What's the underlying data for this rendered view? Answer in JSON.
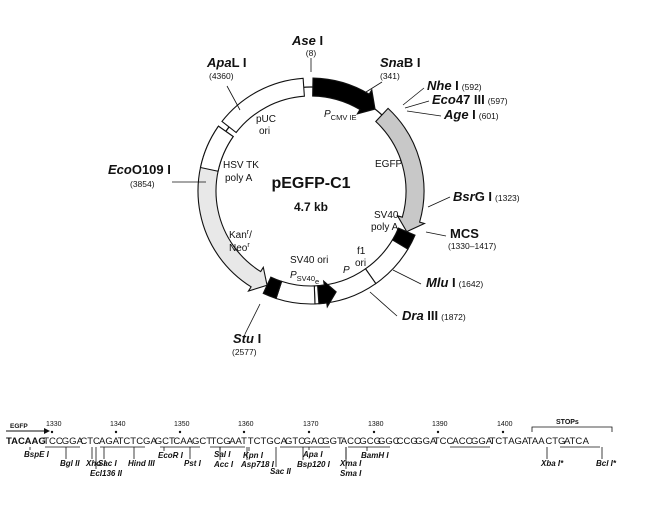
{
  "plasmid": {
    "name": "pEGFP-C1",
    "size": "4.7 kb"
  },
  "features": {
    "pcmv_p": "P",
    "pcmv_sub": "CMV  IE",
    "egfp": "EGFP",
    "sv40_polya_1": "SV40",
    "sv40_polya_2": "poly A",
    "f1_1": "f1",
    "f1_2": "ori",
    "f1_p": "P",
    "sv40_ori": "SV40 ori",
    "psv40_p": "P",
    "psv40_sub": "SV40",
    "psv40_e": "e",
    "kan_1": "Kan",
    "kan_1_sup": "r",
    "kan_2": "Neo",
    "kan_2_sup": "r",
    "hsv_1": "HSV TK",
    "hsv_2": "poly A",
    "puc_1": "pUC",
    "puc_2": "ori"
  },
  "sites": {
    "ase": {
      "name": "Ase",
      "suffix": " I",
      "pos": "(8)"
    },
    "snab": {
      "name": "Sna",
      "suffix": "B I",
      "pos": "(341)"
    },
    "nhe": {
      "name": "Nhe",
      "suffix": " I",
      "pos": "(592)"
    },
    "eco47": {
      "name": "Eco",
      "suffix": "47 III",
      "pos": "(597)"
    },
    "age": {
      "name": "Age",
      "suffix": " I",
      "pos": "(601)"
    },
    "bsrg": {
      "name": "Bsr",
      "suffix": "G I",
      "pos": "(1323)"
    },
    "mcs": {
      "name": "MCS",
      "pos": "(1330–1417)"
    },
    "mlu": {
      "name": "Mlu",
      "suffix": " I",
      "pos": "(1642)"
    },
    "dra": {
      "name": "Dra",
      "suffix": " III",
      "pos": "(1872)"
    },
    "stu": {
      "name": "Stu",
      "suffix": " I",
      "pos": "(2577)"
    },
    "eco0109": {
      "name": "Eco",
      "suffix": "O109 I",
      "pos": "(3854)"
    },
    "apal": {
      "name": "Apa",
      "suffix": "L I",
      "pos": "(4360)"
    }
  },
  "sequence": {
    "egfp_label": "EGFP",
    "stops_label": "STOPs",
    "positions": [
      "1330",
      "1340",
      "1350",
      "1360",
      "1370",
      "1380",
      "1390",
      "1400"
    ],
    "codons": [
      "TAC",
      "AAG",
      "TCC",
      "GGA",
      "CTC",
      "AGA",
      "TCT",
      "CGA",
      "GCT",
      "CAA",
      "GCT",
      "TCG",
      "AAT",
      "TCT",
      "GCA",
      "GTC",
      "GAC",
      "GGT",
      "ACC",
      "GCG",
      "GGC",
      "CCG",
      "GGA",
      "TCC",
      "ACC",
      "GGA",
      "TCT",
      "AGA",
      "TAA",
      "CTG",
      "ATC",
      "A"
    ],
    "enzymes": [
      {
        "name": "BspE I"
      },
      {
        "name": "Bgl II"
      },
      {
        "name": "Xho I"
      },
      {
        "name": "Sac I"
      },
      {
        "name": "Ecl136 II"
      },
      {
        "name": "Hind III"
      },
      {
        "name": "EcoR I"
      },
      {
        "name": "Pst I"
      },
      {
        "name": "Sal I"
      },
      {
        "name": "Acc I"
      },
      {
        "name": "Kpn I"
      },
      {
        "name": "Asp718 I"
      },
      {
        "name": "Sac II"
      },
      {
        "name": "Apa I"
      },
      {
        "name": "Bsp120 I"
      },
      {
        "name": "Xma I"
      },
      {
        "name": "Sma I"
      },
      {
        "name": "BamH I"
      },
      {
        "name": "Xba I*"
      },
      {
        "name": "Bcl I*"
      }
    ]
  }
}
